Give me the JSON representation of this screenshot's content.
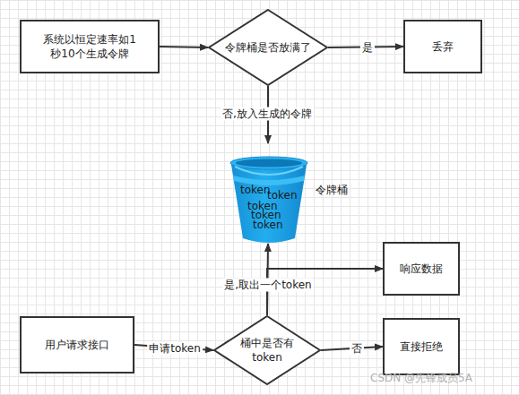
{
  "diagram": {
    "nodes": [
      {
        "text": [
          "系统以恒定速率如1秒10个生成令牌"
        ]
      },
      {
        "text": [
          "令牌桶是否放满了"
        ]
      },
      {
        "text": [
          "丢弃"
        ]
      },
      {
        "text": [
          "token",
          "token",
          "token",
          "token",
          "token",
          "令牌桶"
        ]
      },
      {
        "text": [
          "响应数据"
        ]
      },
      {
        "text": [
          "用户请求接口"
        ]
      },
      {
        "text": [
          "桶中是否有token"
        ]
      },
      {
        "text": [
          "直接拒绝"
        ]
      }
    ],
    "edges": [
      {
        "from": 0,
        "to": 1,
        "arrow": "to"
      },
      {
        "from": 1,
        "to": 2,
        "label": "是",
        "arrow": "to"
      },
      {
        "from": 1,
        "to": 3,
        "label": "否,放入生成的令牌",
        "arrow": "to"
      },
      {
        "from": 5,
        "to": 6,
        "label": "申请token",
        "arrow": "to"
      },
      {
        "from": 6,
        "to": 7,
        "label": "否",
        "arrow": "to"
      },
      {
        "from": 6,
        "to": 3,
        "label": "是,取出一个token",
        "arrow": "to"
      },
      {
        "from": 6,
        "to": 4,
        "arrow": "to"
      }
    ],
    "labels": [
      "CSDN @先锋成员5A"
    ]
  }
}
